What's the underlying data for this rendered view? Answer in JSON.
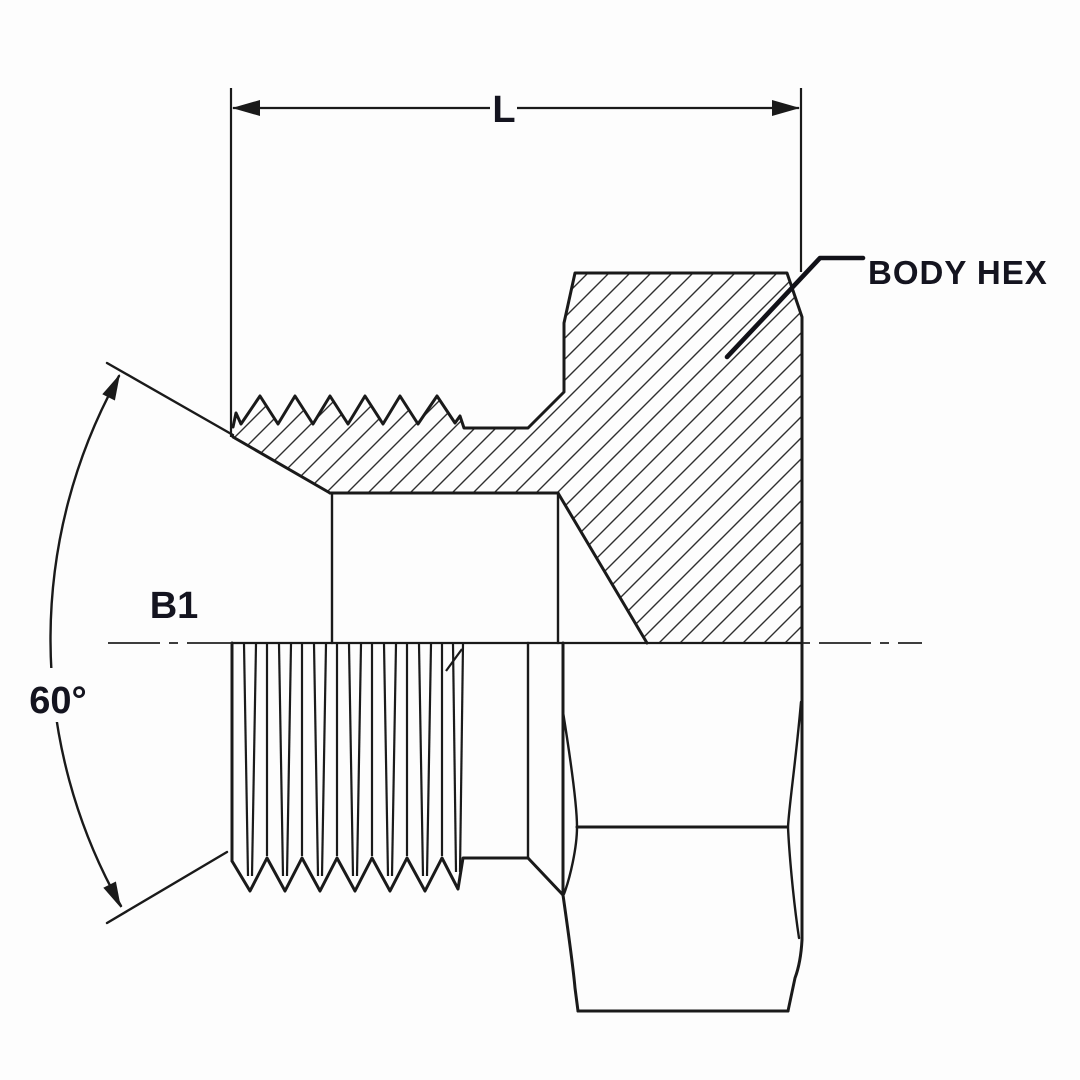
{
  "drawing": {
    "kind": "engineering-section-drawing-of-threaded-plug-fitting",
    "labels": {
      "length_dimension": "L",
      "thread_reference": "B1",
      "cone_angle": "60°",
      "hex_callout": "BODY HEX"
    },
    "colors": {
      "background": "#fdfdfd",
      "line": "#1a1a1a",
      "text": "#14141f"
    }
  }
}
